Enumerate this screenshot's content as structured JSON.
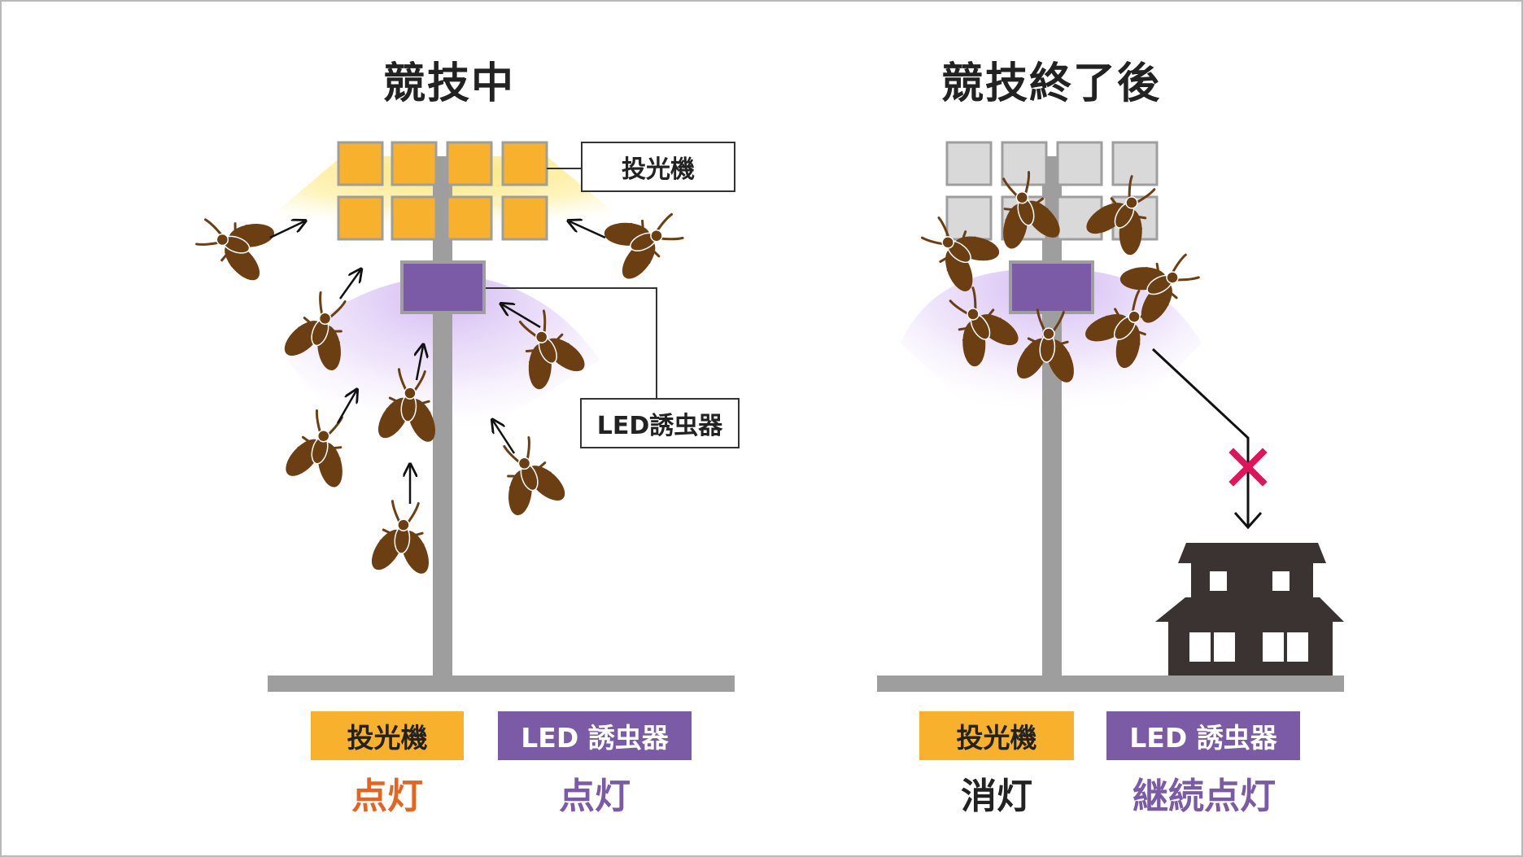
{
  "left_panel": {
    "title": "競技中",
    "callout_floodlight": "投光機",
    "callout_trap": "LED誘虫器",
    "tag_floodlight": "投光機",
    "status_floodlight": "点灯",
    "tag_trap": "LED 誘虫器",
    "status_trap": "点灯"
  },
  "right_panel": {
    "title": "競技終了後",
    "tag_floodlight": "投光機",
    "status_floodlight": "消灯",
    "tag_trap": "LED 誘虫器",
    "status_trap": "継続点灯"
  },
  "colors": {
    "floodlight_on": "#f7b12c",
    "floodlight_off": "#d9d9d9",
    "trap": "#7b5aa6",
    "insect": "#6b3f12",
    "pole": "#9e9e9e",
    "house": "#3b3331",
    "cross": "#e0145a",
    "status_orange": "#e8641e",
    "status_purple": "#7b5aa6",
    "status_black": "#222222"
  },
  "icons": [
    "moth-icon",
    "arrow-icon",
    "house-icon",
    "cross-mark-icon",
    "floodlight-icon",
    "led-trap-icon"
  ]
}
